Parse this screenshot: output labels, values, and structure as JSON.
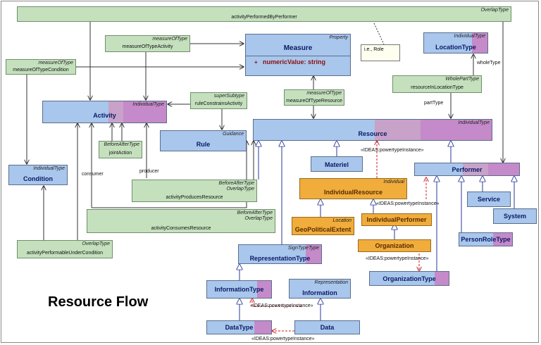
{
  "diagram_title": "Resource Flow",
  "boxes": {
    "activityPerformedByPerformer": {
      "stereotype": "OverlapType",
      "name": "activityPerformedByPerformer"
    },
    "measureOfTypeActivity": {
      "stereotype": "measureOfType",
      "name": "measureOfTypeActivity"
    },
    "measureOfTypeCondition": {
      "stereotype": "measureOfType",
      "name": "measureOfTypeCondition"
    },
    "measure": {
      "stereotype": "Property",
      "name": "Measure",
      "attribute_marker": "+",
      "attribute": "numericValue:  string"
    },
    "role_note": {
      "text": "i.e., Role"
    },
    "locationType": {
      "stereotype": "IndividualType",
      "name": "LocationType"
    },
    "wholePartType": {
      "stereotype": "WholePartType",
      "name": "resourceInLocationType"
    },
    "ruleConstrainsActivity": {
      "stereotype": "superSubtype",
      "name": "ruleConstrainsActivity"
    },
    "measureOfTypeResource": {
      "stereotype": "measureOfType",
      "name": "measureOfTypeResource"
    },
    "activity": {
      "stereotype": "IndividualType",
      "name": "Activity"
    },
    "rule": {
      "stereotype": "Guidance",
      "name": "Rule"
    },
    "resource": {
      "stereotype": "IndividualType",
      "name": "Resource"
    },
    "jointAction": {
      "stereotype": "BeforeAfterType",
      "name": "jointAction"
    },
    "condition": {
      "stereotype": "IndividualType",
      "name": "Condition"
    },
    "materiel": {
      "name": "Materiel"
    },
    "performer": {
      "name": "Performer"
    },
    "activityProducesResource": {
      "stereotype": "BeforeAfterType",
      "stereotype2": "OverlapType",
      "name": "activityProducesResource"
    },
    "individualResource": {
      "stereotype": "Individual",
      "name": "IndividualResource"
    },
    "service": {
      "name": "Service"
    },
    "system": {
      "name": "System"
    },
    "activityConsumesResource": {
      "stereotype": "BeforeAfterType",
      "stereotype2": "OverlapType",
      "name": "activityConsumesResource"
    },
    "geoPoliticalExtent": {
      "stereotype": "Location",
      "name": "GeoPoliticalExtent"
    },
    "individualPerformer": {
      "name": "IndividualPerformer"
    },
    "personRoleType": {
      "name": "PersonRoleType"
    },
    "activityPerformableUnderCondition": {
      "stereotype": "OverlapType",
      "name": "activityPerformableUnderCondition"
    },
    "organization": {
      "name": "Organization"
    },
    "representationType": {
      "stereotype": "SignTypeType",
      "name": "RepresentationType"
    },
    "organizationType": {
      "name": "OrganizationType"
    },
    "informationType": {
      "name": "InformationType"
    },
    "information": {
      "stereotype": "Representation",
      "name": "Information"
    },
    "dataType": {
      "name": "DataType"
    },
    "data": {
      "name": "Data"
    }
  },
  "labels": {
    "wholeType": "wholeType",
    "partType": "partType",
    "consumer": "consumer",
    "producer": "producer",
    "ideas_resource_materiel": "«IDEAS:powertypeInstance»",
    "ideas_individual_performer": "«IDEAS:powertypeInstance»",
    "ideas_organization": "«IDEAS:powertypeInstance»",
    "ideas_information": "«IDEAS:powertypeInstance»",
    "ideas_data": "«IDEAS:powertypeInstance»"
  },
  "colors": {
    "class_fill": "#a9c6ec",
    "association_fill": "#c4e0bd",
    "individual_fill": "#f0ad3c",
    "type_tag_pink": "#c58ac9",
    "type_tag_mauve": "#c8a2c8",
    "line_dark": "#333333",
    "dependency_red": "#cc2222",
    "generalization_blue": "#2b3a9a"
  }
}
